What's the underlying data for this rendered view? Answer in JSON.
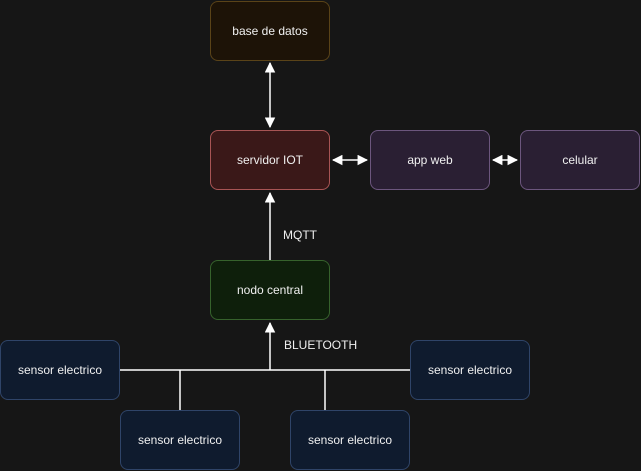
{
  "nodes": {
    "database": {
      "label": "base de datos",
      "fill": "#1d1307",
      "stroke": "#5a4318"
    },
    "iot_server": {
      "label": "servidor IOT",
      "fill": "#3a1818",
      "stroke": "#a85454"
    },
    "web_app": {
      "label": "app web",
      "fill": "#2a1f33",
      "stroke": "#6c567e"
    },
    "phone": {
      "label": "celular",
      "fill": "#2a1f33",
      "stroke": "#6c567e"
    },
    "central_node": {
      "label": "nodo central",
      "fill": "#0e1f0b",
      "stroke": "#36622c"
    },
    "sensors": [
      {
        "label": "sensor electrico"
      },
      {
        "label": "sensor electrico"
      },
      {
        "label": "sensor electrico"
      },
      {
        "label": "sensor electrico"
      }
    ],
    "sensor_style": {
      "fill": "#0f1b2e",
      "stroke": "#2f4468"
    }
  },
  "edges": {
    "mqtt_label": "MQTT",
    "bluetooth_label": "BLUETOOTH",
    "line_color": "#ffffff"
  }
}
